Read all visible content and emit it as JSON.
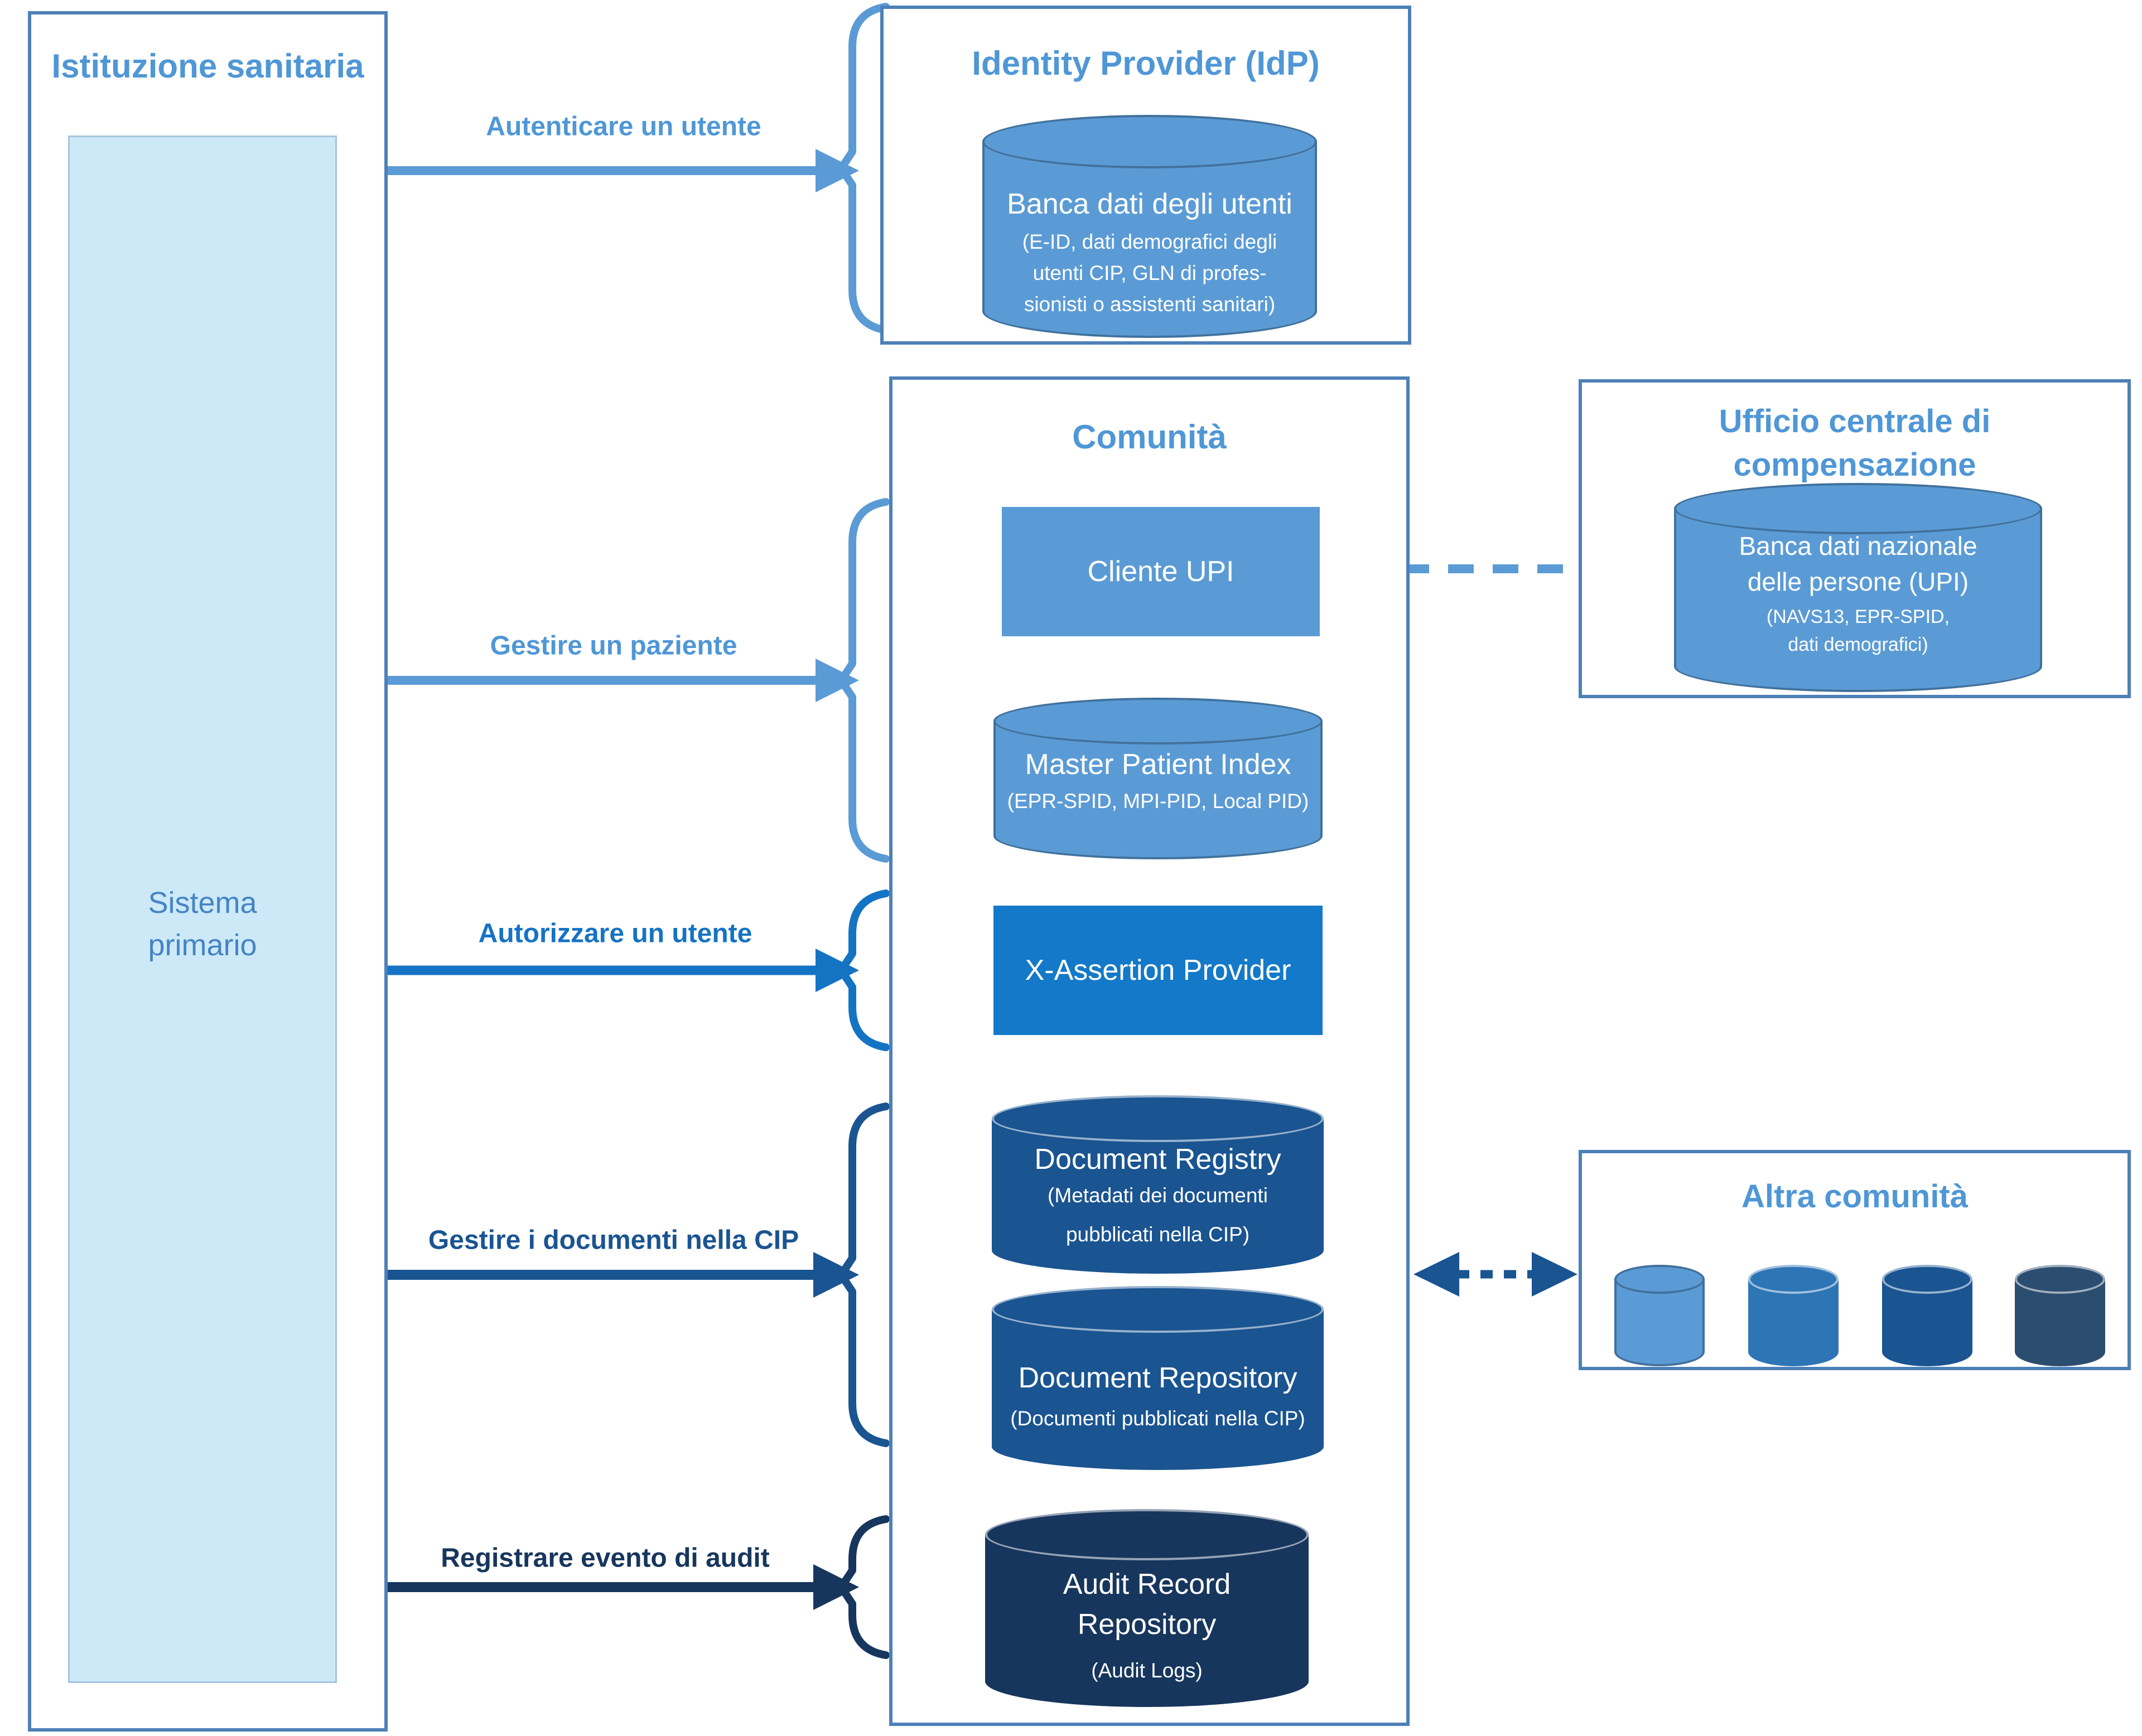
{
  "colors": {
    "accent_light": "#5b9bd5",
    "accent_medium": "#2e75b6",
    "accent_vivid": "#1379c8",
    "accent_dark": "#1a5491",
    "accent_navy": "#17365d",
    "box_border": "#4d80b8",
    "primary_system_fill": "#cde9f8"
  },
  "istituzione": {
    "title": "Istituzione sanitaria",
    "sistema_primario": {
      "line1": "Sistema",
      "line2": "primario"
    }
  },
  "idp": {
    "title": "Identity Provider (IdP)",
    "user_db": {
      "name": "Banca dati degli utenti",
      "details": [
        "(E-ID, dati demografici degli",
        "utenti CIP, GLN di profes-",
        "sionisti o assistenti sanitari)"
      ]
    }
  },
  "comunita": {
    "title": "Comunità",
    "cliente_upi": "Cliente UPI",
    "mpi": {
      "name": "Master Patient Index",
      "details": [
        "(EPR-SPID, MPI-PID, Local PID)"
      ]
    },
    "x_assertion": "X-Assertion Provider",
    "registry": {
      "name": "Document Registry",
      "details": [
        "(Metadati dei documenti",
        "pubblicati nella CIP)"
      ]
    },
    "repository": {
      "name": "Document Repository",
      "details": [
        "(Documenti pubblicati nella CIP)"
      ]
    },
    "audit": {
      "name_line1": "Audit Record",
      "name_line2": "Repository",
      "details": [
        "(Audit Logs)"
      ]
    }
  },
  "ufficio": {
    "title_line1": "Ufficio centrale di",
    "title_line2": "compensazione",
    "upi_db": {
      "name_line1": "Banca dati nazionale",
      "name_line2": "delle persone (UPI)",
      "details": [
        "(NAVS13, EPR-SPID,",
        "dati demografici)"
      ]
    }
  },
  "altra": {
    "title": "Altra comunità",
    "cylinder_icons": [
      "database-light-icon",
      "database-medium-icon",
      "database-dark-icon",
      "database-navy-icon"
    ]
  },
  "flows": {
    "authenticate": {
      "label": "Autenticare un utente"
    },
    "manage_patient": {
      "label": "Gestire un paziente"
    },
    "authorize": {
      "label": "Autorizzare un utente"
    },
    "manage_documents": {
      "label": "Gestire i documenti nella CIP"
    },
    "register_audit": {
      "label": "Registrare evento di audit"
    }
  }
}
